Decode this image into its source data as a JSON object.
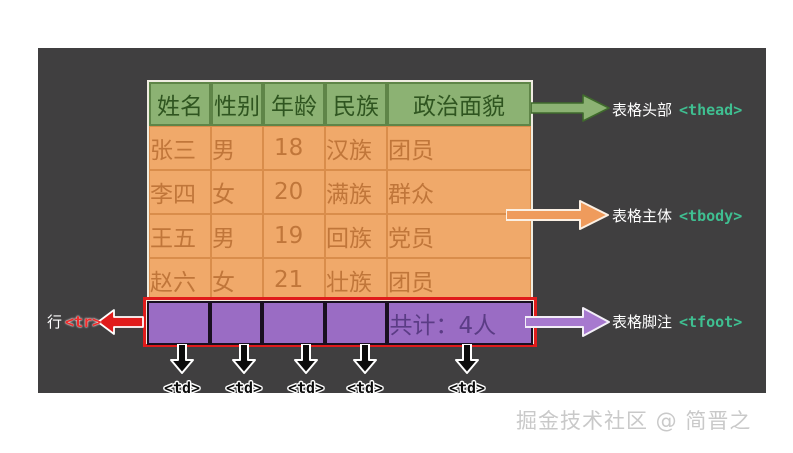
{
  "table": {
    "headers": [
      "姓名",
      "性别",
      "年龄",
      "民族",
      "政治面貌"
    ],
    "rows": [
      [
        "张三",
        "男",
        "18",
        "汉族",
        "团员"
      ],
      [
        "李四",
        "女",
        "20",
        "满族",
        "群众"
      ],
      [
        "王五",
        "男",
        "19",
        "回族",
        "党员"
      ],
      [
        "赵六",
        "女",
        "21",
        "壮族",
        "团员"
      ]
    ],
    "footer": [
      "",
      "",
      "",
      "",
      "共计：4人"
    ]
  },
  "annotations": {
    "thead": {
      "label": "表格头部",
      "tag": "<thead>"
    },
    "tbody": {
      "label": "表格主体",
      "tag": "<tbody>"
    },
    "tfoot": {
      "label": "表格脚注",
      "tag": "<tfoot>"
    },
    "tr": {
      "label": "行",
      "tag": "<tr>"
    },
    "td_labels": [
      "<td>",
      "<td>",
      "<td>",
      "<td>",
      "<td>"
    ]
  },
  "watermark": "掘金技术社区 @ 简晋之",
  "colors": {
    "panel": "#403f40",
    "thead_bg": "#8cb273",
    "thead_border": "#5f8548",
    "thead_text": "#2f5520",
    "tbody_bg": "#f0a96a",
    "tbody_text": "#c0763a",
    "tfoot_bg": "#9a6cc4",
    "tfoot_text": "#5b3c85",
    "tr_highlight": "#e01b1b",
    "tag_text": "#3fbf91",
    "tr_tag_text": "#ef2b2b"
  }
}
